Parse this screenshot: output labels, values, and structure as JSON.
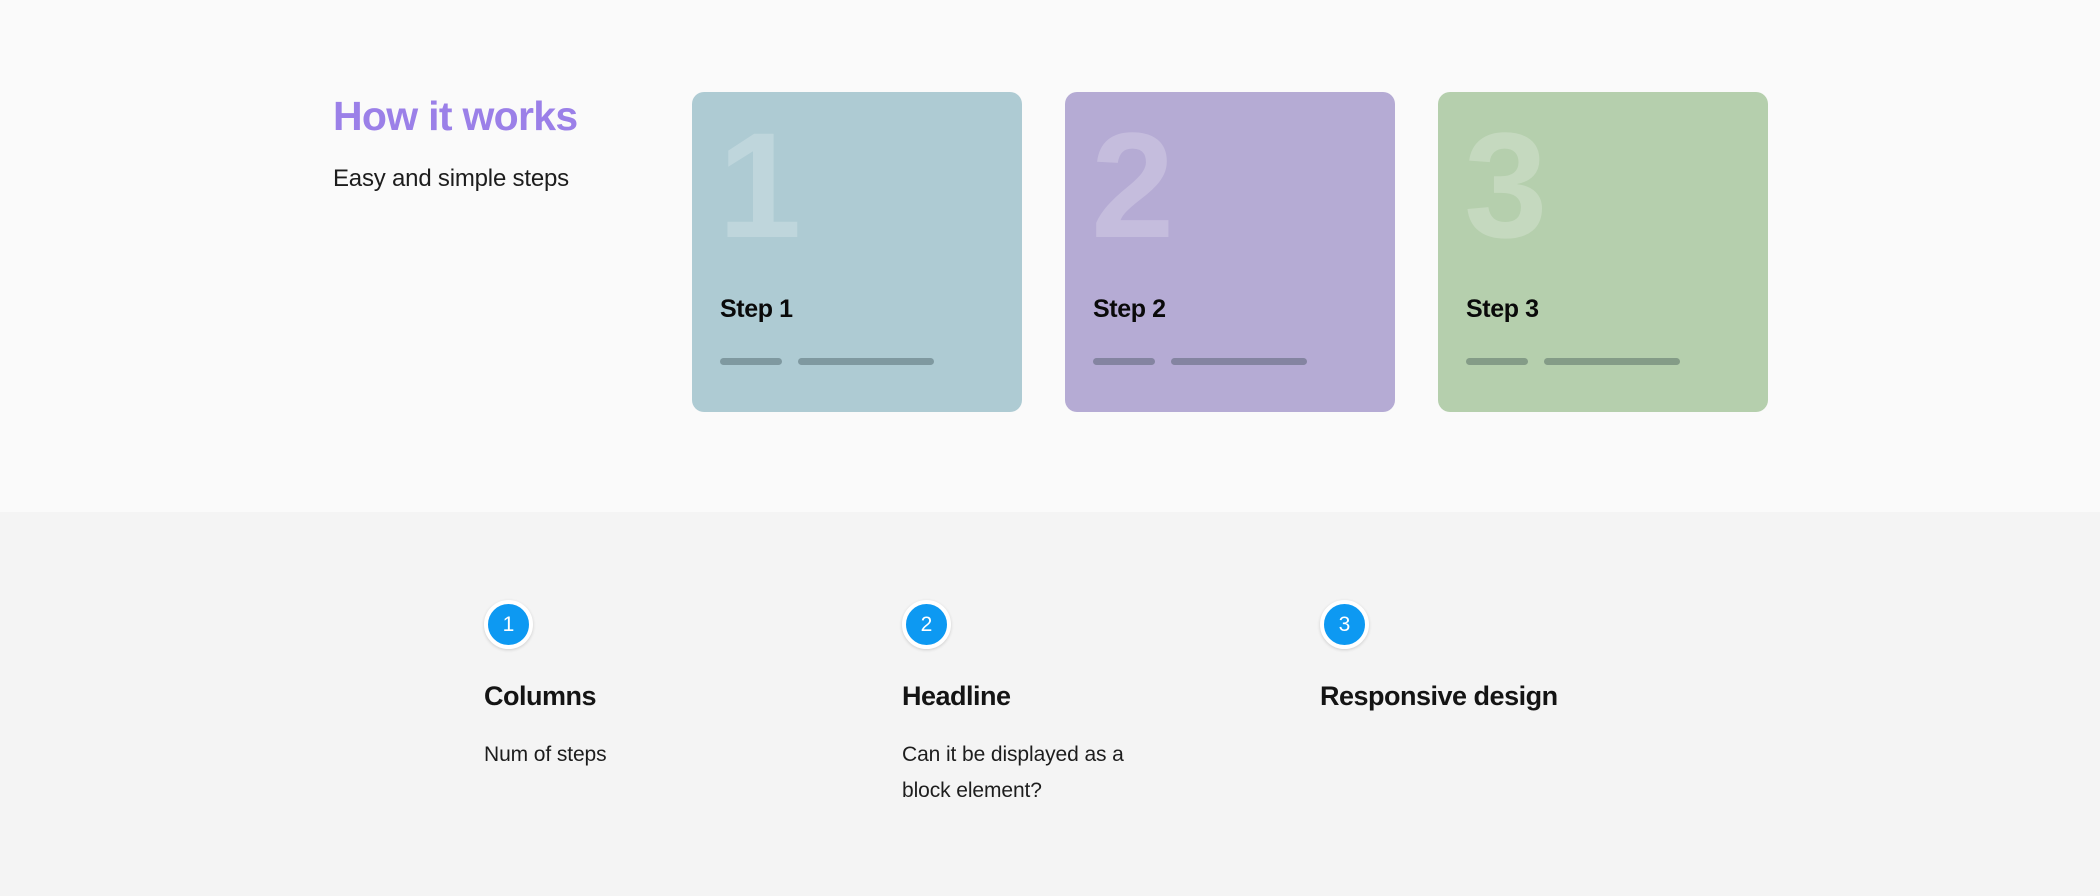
{
  "theme": {
    "top_background": "#fafafa",
    "bottom_background": "#f4f4f4",
    "accent_purple": "#9b80e8",
    "accent_blue": "#0d99f2",
    "heading_color": "#141414"
  },
  "intro": {
    "title": "How it works",
    "subtitle": "Easy and simple steps"
  },
  "steps": [
    {
      "number": "1",
      "label": "Step 1",
      "color": "#aecbd3"
    },
    {
      "number": "2",
      "label": "Step 2",
      "color": "#b5abd4"
    },
    {
      "number": "3",
      "label": "Step 3",
      "color": "#b5cfad"
    }
  ],
  "features": [
    {
      "badge": "1",
      "title": "Columns",
      "description": "Num of steps"
    },
    {
      "badge": "2",
      "title": "Headline",
      "description": "Can it be displayed as a block element?"
    },
    {
      "badge": "3",
      "title": "Responsive design",
      "description": ""
    }
  ]
}
